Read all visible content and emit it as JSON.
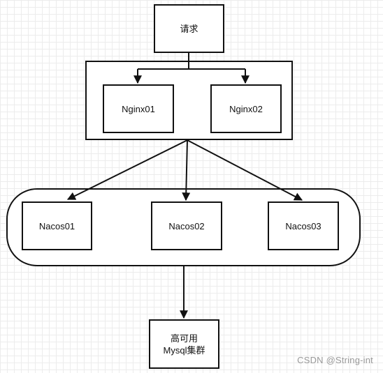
{
  "nodes": {
    "request": "请求",
    "nginx01": "Nginx01",
    "nginx02": "Nginx02",
    "nacos01": "Nacos01",
    "nacos02": "Nacos02",
    "nacos03": "Nacos03",
    "mysql_line1": "高可用",
    "mysql_line2": "Mysql集群"
  },
  "watermark": "CSDN @String-int",
  "colors": {
    "stroke": "#111111",
    "grid": "#ececec",
    "watermark": "#999999"
  }
}
